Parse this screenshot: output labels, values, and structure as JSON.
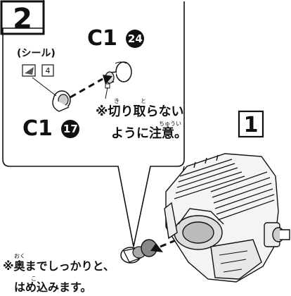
{
  "step_badge": "2",
  "sub_badge": "1",
  "parts": {
    "upper": {
      "code": "C1",
      "num": "24"
    },
    "lower": {
      "code": "C1",
      "num": "17"
    }
  },
  "sticker": {
    "label": "(シール)",
    "number": "4"
  },
  "note_upper": {
    "mark": "※",
    "line1": "切り取らない",
    "line2": "ように注意。",
    "ruby_ki": "き",
    "ruby_to": "と",
    "ruby_chuui": "ちゅうい"
  },
  "note_lower": {
    "mark": "※",
    "line1": "奥までしっかりと、",
    "line2": "はめ込みます。",
    "ruby_oku": "おく",
    "ruby_ko": "こ"
  }
}
